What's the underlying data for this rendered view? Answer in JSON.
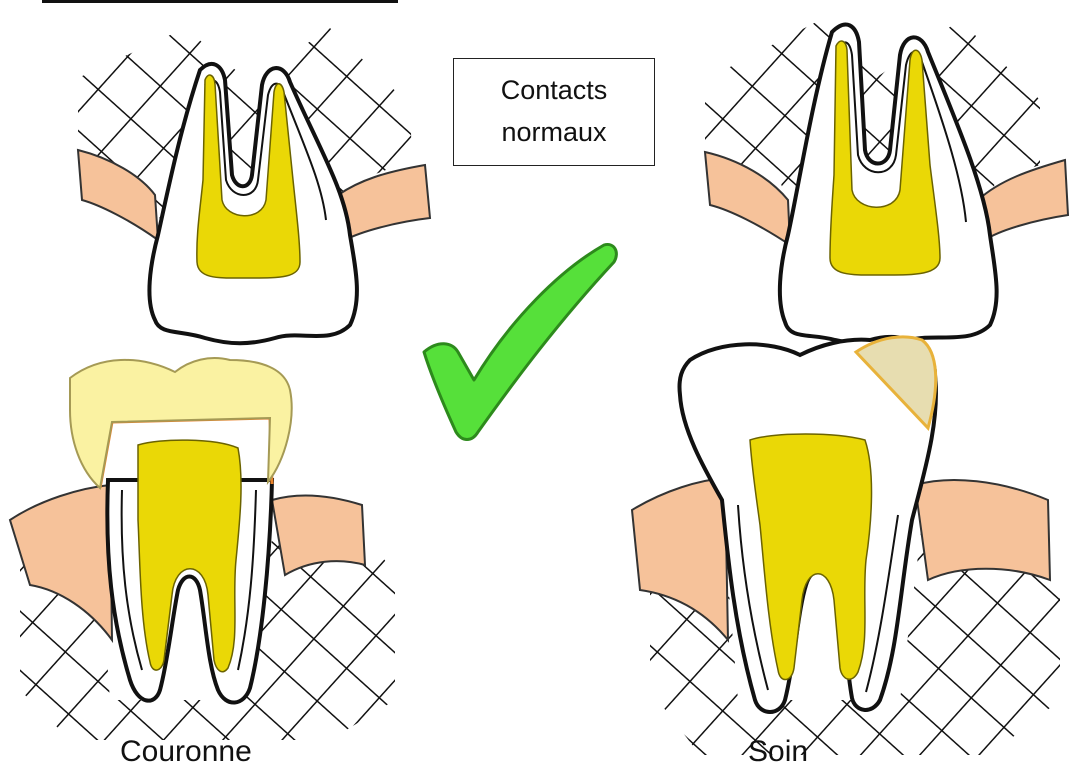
{
  "box": {
    "line1": "Contacts",
    "line2": "normaux"
  },
  "captions": {
    "left": "Couronne",
    "right": "Soin"
  },
  "icons": {
    "check": "checkmark-icon"
  },
  "colors": {
    "pulp": "#EAD806",
    "gum": "#F6C29A",
    "crown": "#FAF2A2",
    "filling": "#E7DDB0",
    "check": "#56E03A",
    "outline": "#111111"
  }
}
